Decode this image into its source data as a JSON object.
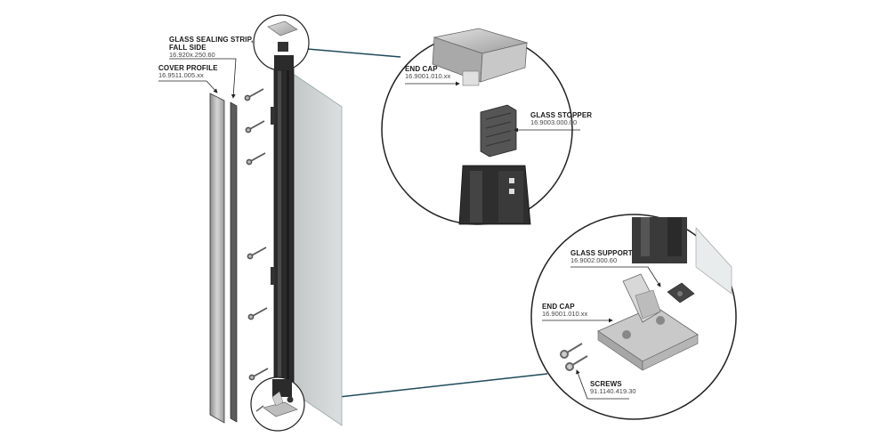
{
  "labels": {
    "glass_sealing_strip": {
      "name_line1": "GLASS SEALING STRIP,",
      "name_line2": "FALL SIDE",
      "code": "16.920x.250.60"
    },
    "cover_profile": {
      "name": "COVER PROFILE",
      "code": "16.9511.005.xx"
    },
    "end_cap_top": {
      "name": "END CAP",
      "code": "16.9001.010.xx"
    },
    "glass_stopper": {
      "name": "GLASS STOPPER",
      "code": "16.9003.000.00"
    },
    "glass_support": {
      "name": "GLASS SUPPORT",
      "code": "16.9002.000.60"
    },
    "end_cap_bottom": {
      "name": "END CAP",
      "code": "16.9001.010.xx"
    },
    "screws": {
      "name": "SCREWS",
      "code": "91.1140.419.30"
    }
  },
  "colors": {
    "callout_line": "#1f4a5a",
    "outline": "#222222",
    "aluminium": "#b9b9b9",
    "profile_dark": "#2a2a2a",
    "glass": "#cfd3d3"
  }
}
